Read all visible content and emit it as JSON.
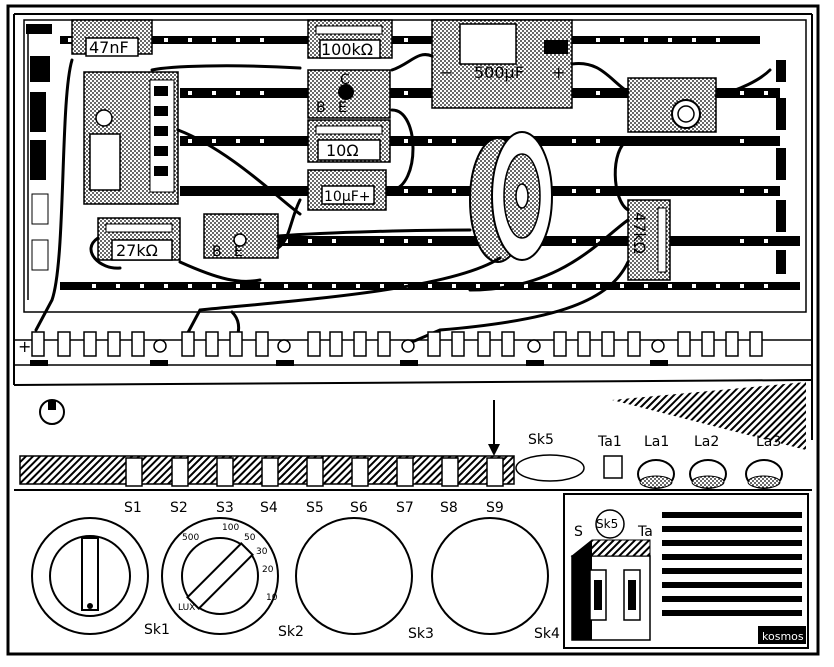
{
  "components": {
    "cap_47nf": "47nF",
    "res_100k": "100kΩ",
    "transistor_top": {
      "c": "C",
      "b": "B",
      "e": "E"
    },
    "cap_500uf": "500μF",
    "cap_500uf_minus": "−",
    "cap_500uf_plus": "+",
    "res_10": "10Ω",
    "cap_10uf": "10μF+",
    "res_27k": "27kΩ",
    "transistor_bottom": {
      "b": "B",
      "e": "E"
    },
    "res_47k": "47kΩ",
    "plus_terminal": "+"
  },
  "panel": {
    "sk5_label": "Sk5",
    "ta1_label": "Ta1",
    "lamps": [
      "La1",
      "La2",
      "La3"
    ],
    "switches": [
      "S1",
      "S2",
      "S3",
      "S4",
      "S5",
      "S6",
      "S7",
      "S8",
      "S9"
    ],
    "knob_labels": [
      "Sk1",
      "Sk2",
      "Sk3",
      "Sk4"
    ],
    "dial_scale": [
      "500",
      "100",
      "50",
      "30",
      "20",
      "10",
      "LUX"
    ],
    "inset": {
      "s": "S",
      "sk5": "Sk5",
      "ta": "Ta"
    },
    "brand": "kosmos"
  }
}
